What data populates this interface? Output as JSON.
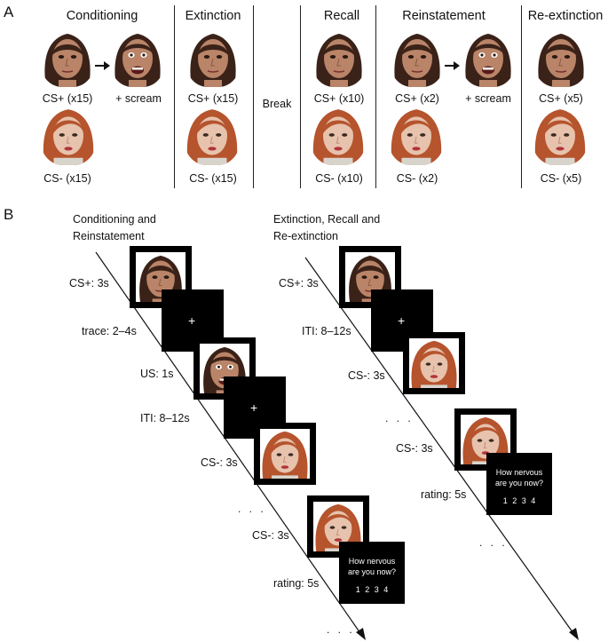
{
  "panelA": {
    "letter": "A",
    "phases": [
      {
        "title": "Conditioning"
      },
      {
        "title": "Extinction"
      },
      {
        "title": "Recall"
      },
      {
        "title": "Reinstatement"
      },
      {
        "title": "Re-extinction"
      }
    ],
    "break_label": "Break",
    "captions": {
      "cond_csplus": "CS+ (x15)",
      "cond_scream": "+ scream",
      "cond_csminus": "CS- (x15)",
      "ext_csplus": "CS+ (x15)",
      "ext_csminus": "CS- (x15)",
      "rec_csplus": "CS+ (x10)",
      "rec_csminus": "CS- (x10)",
      "rein_csplus": "CS+ (x2)",
      "rein_scream": "+ scream",
      "rein_csminus": "CS- (x2)",
      "reext_csplus": "CS+ (x5)",
      "reext_csminus": "CS- (x5)"
    }
  },
  "panelB": {
    "letter": "B",
    "left": {
      "title_line1": "Conditioning and",
      "title_line2": "Reinstatement",
      "labels": [
        "CS+: 3s",
        "trace: 2–4s",
        "US: 1s",
        "ITI: 8–12s",
        "CS-: 3s",
        ". . .",
        "CS-: 3s",
        "rating: 5s",
        ". . ."
      ]
    },
    "right": {
      "title_line1": "Extinction, Recall and",
      "title_line2": "Re-extinction",
      "labels": [
        "CS+: 3s",
        "ITI: 8–12s",
        "CS-: 3s",
        ". . .",
        "CS-: 3s",
        "rating: 5s",
        ". . ."
      ]
    },
    "fixation": "+",
    "rating_q1": "How nervous",
    "rating_q2": "are you now?",
    "rating_scale": "1 2 3 4"
  },
  "colors": {
    "brunette_hair": "#3a2218",
    "brunette_skin": "#b98468",
    "redhead_hair": "#b5542d",
    "redhead_skin": "#e7c2ac"
  }
}
